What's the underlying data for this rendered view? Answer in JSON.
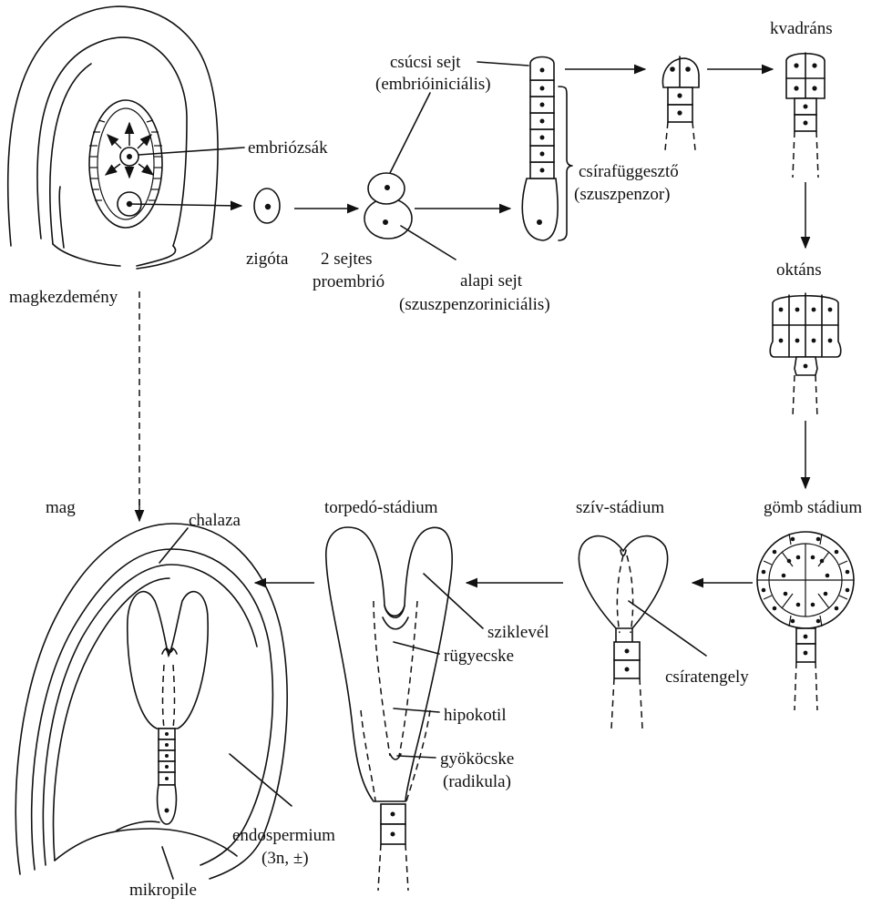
{
  "labels": {
    "magkezdemeny": "magkezdemény",
    "embriozsak": "embriózsák",
    "zigota": "zigóta",
    "proembrio_1": "2 sejtes",
    "proembrio_2": "proembrió",
    "csucsi_1": "csúcsi sejt",
    "csucsi_2": "(embrióiniciális)",
    "alapi_1": "alapi sejt",
    "alapi_2": "(szuszpenzoriniciális)",
    "csirafuggeszto_1": "csírafüggesztő",
    "csirafuggeszto_2": "(szuszpenzor)",
    "kvadrans": "kvadráns",
    "oktans": "oktáns",
    "gomb": "gömb stádium",
    "sziv": "szív-stádium",
    "csiratengely": "csíratengely",
    "torpedo": "torpedó-stádium",
    "sziklevel": "sziklevél",
    "rugyecske": "rügyecske",
    "hipokotil": "hipokotil",
    "gyokocske_1": "gyököcske",
    "gyokocske_2": "(radikula)",
    "mag": "mag",
    "chalaza": "chalaza",
    "endospermium_1": "endospermium",
    "endospermium_2": "(3n, ±)",
    "mikropile": "mikropile"
  }
}
